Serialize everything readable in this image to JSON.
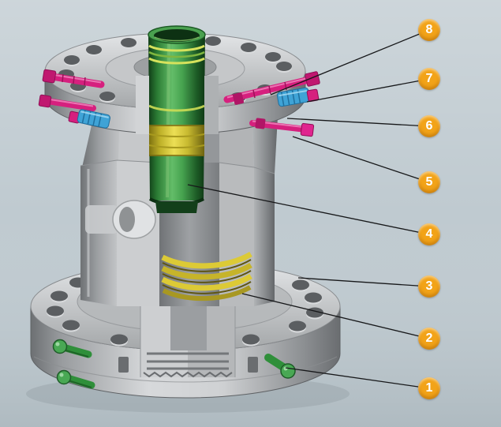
{
  "callouts": [
    {
      "label": "8"
    },
    {
      "label": "7"
    },
    {
      "label": "6"
    },
    {
      "label": "5"
    },
    {
      "label": "4"
    },
    {
      "label": "3"
    },
    {
      "label": "2"
    },
    {
      "label": "1"
    }
  ],
  "colors": {
    "badge": "#f2a318",
    "badge-text": "#ffffff",
    "leader": "#17181a",
    "background": "#bfcad0",
    "pipe-green": "#2f8f3a",
    "stud-pink": "#d6207e",
    "gland-blue": "#3fa3d6",
    "seal-yellow": "#d9c733",
    "body-gray": "#aaadaf"
  }
}
